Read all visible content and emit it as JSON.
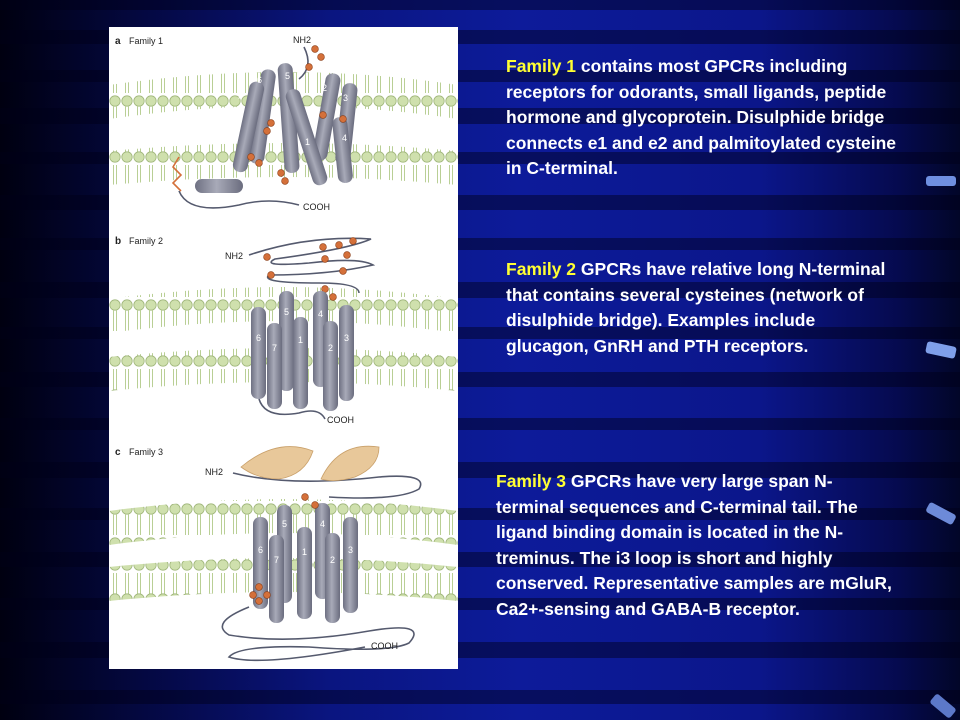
{
  "figure": {
    "panels": [
      {
        "letter": "a",
        "title": "Family 1",
        "n_term": "NH2",
        "c_term": "COOH",
        "helices": [
          "6",
          "5",
          "7",
          "2",
          "3",
          "1",
          "4"
        ]
      },
      {
        "letter": "b",
        "title": "Family 2",
        "n_term": "NH2",
        "c_term": "COOH",
        "helices": [
          "6",
          "5",
          "7",
          "1",
          "4",
          "2",
          "3"
        ]
      },
      {
        "letter": "c",
        "title": "Family 3",
        "n_term": "NH2",
        "c_term": "COOH",
        "helices": [
          "6",
          "5",
          "7",
          "1",
          "4",
          "2",
          "3"
        ]
      }
    ]
  },
  "paragraphs": [
    {
      "family": "Family 1",
      "text": " contains most GPCRs including receptors for odorants, small ligands, peptide hormone and glycoprotein. Disulphide bridge connects e1 and e2 and palmitoylated cysteine in C-terminal."
    },
    {
      "family": "Family 2",
      "text": " GPCRs have relative long N-terminal that contains several cysteines (network of disulphide bridge). Examples include glucagon, GnRH and PTH receptors."
    },
    {
      "family": "Family 3",
      "text": " GPCRs have very large span N-terminal sequences and C-terminal tail. The ligand binding domain is located in the N-treminus. The i3 loop is short and highly conserved. Representative samples are mGluR, Ca2+-sensing and GABA-B receptor."
    }
  ],
  "colors": {
    "family_highlight": "#ffff33",
    "body_text": "#ffffff",
    "background": "#0d1b9a",
    "membrane": "#c9dca8",
    "helix": "#8a8c9c",
    "cysteine": "#d4703a",
    "ligand_domain": "#e8c89a"
  }
}
